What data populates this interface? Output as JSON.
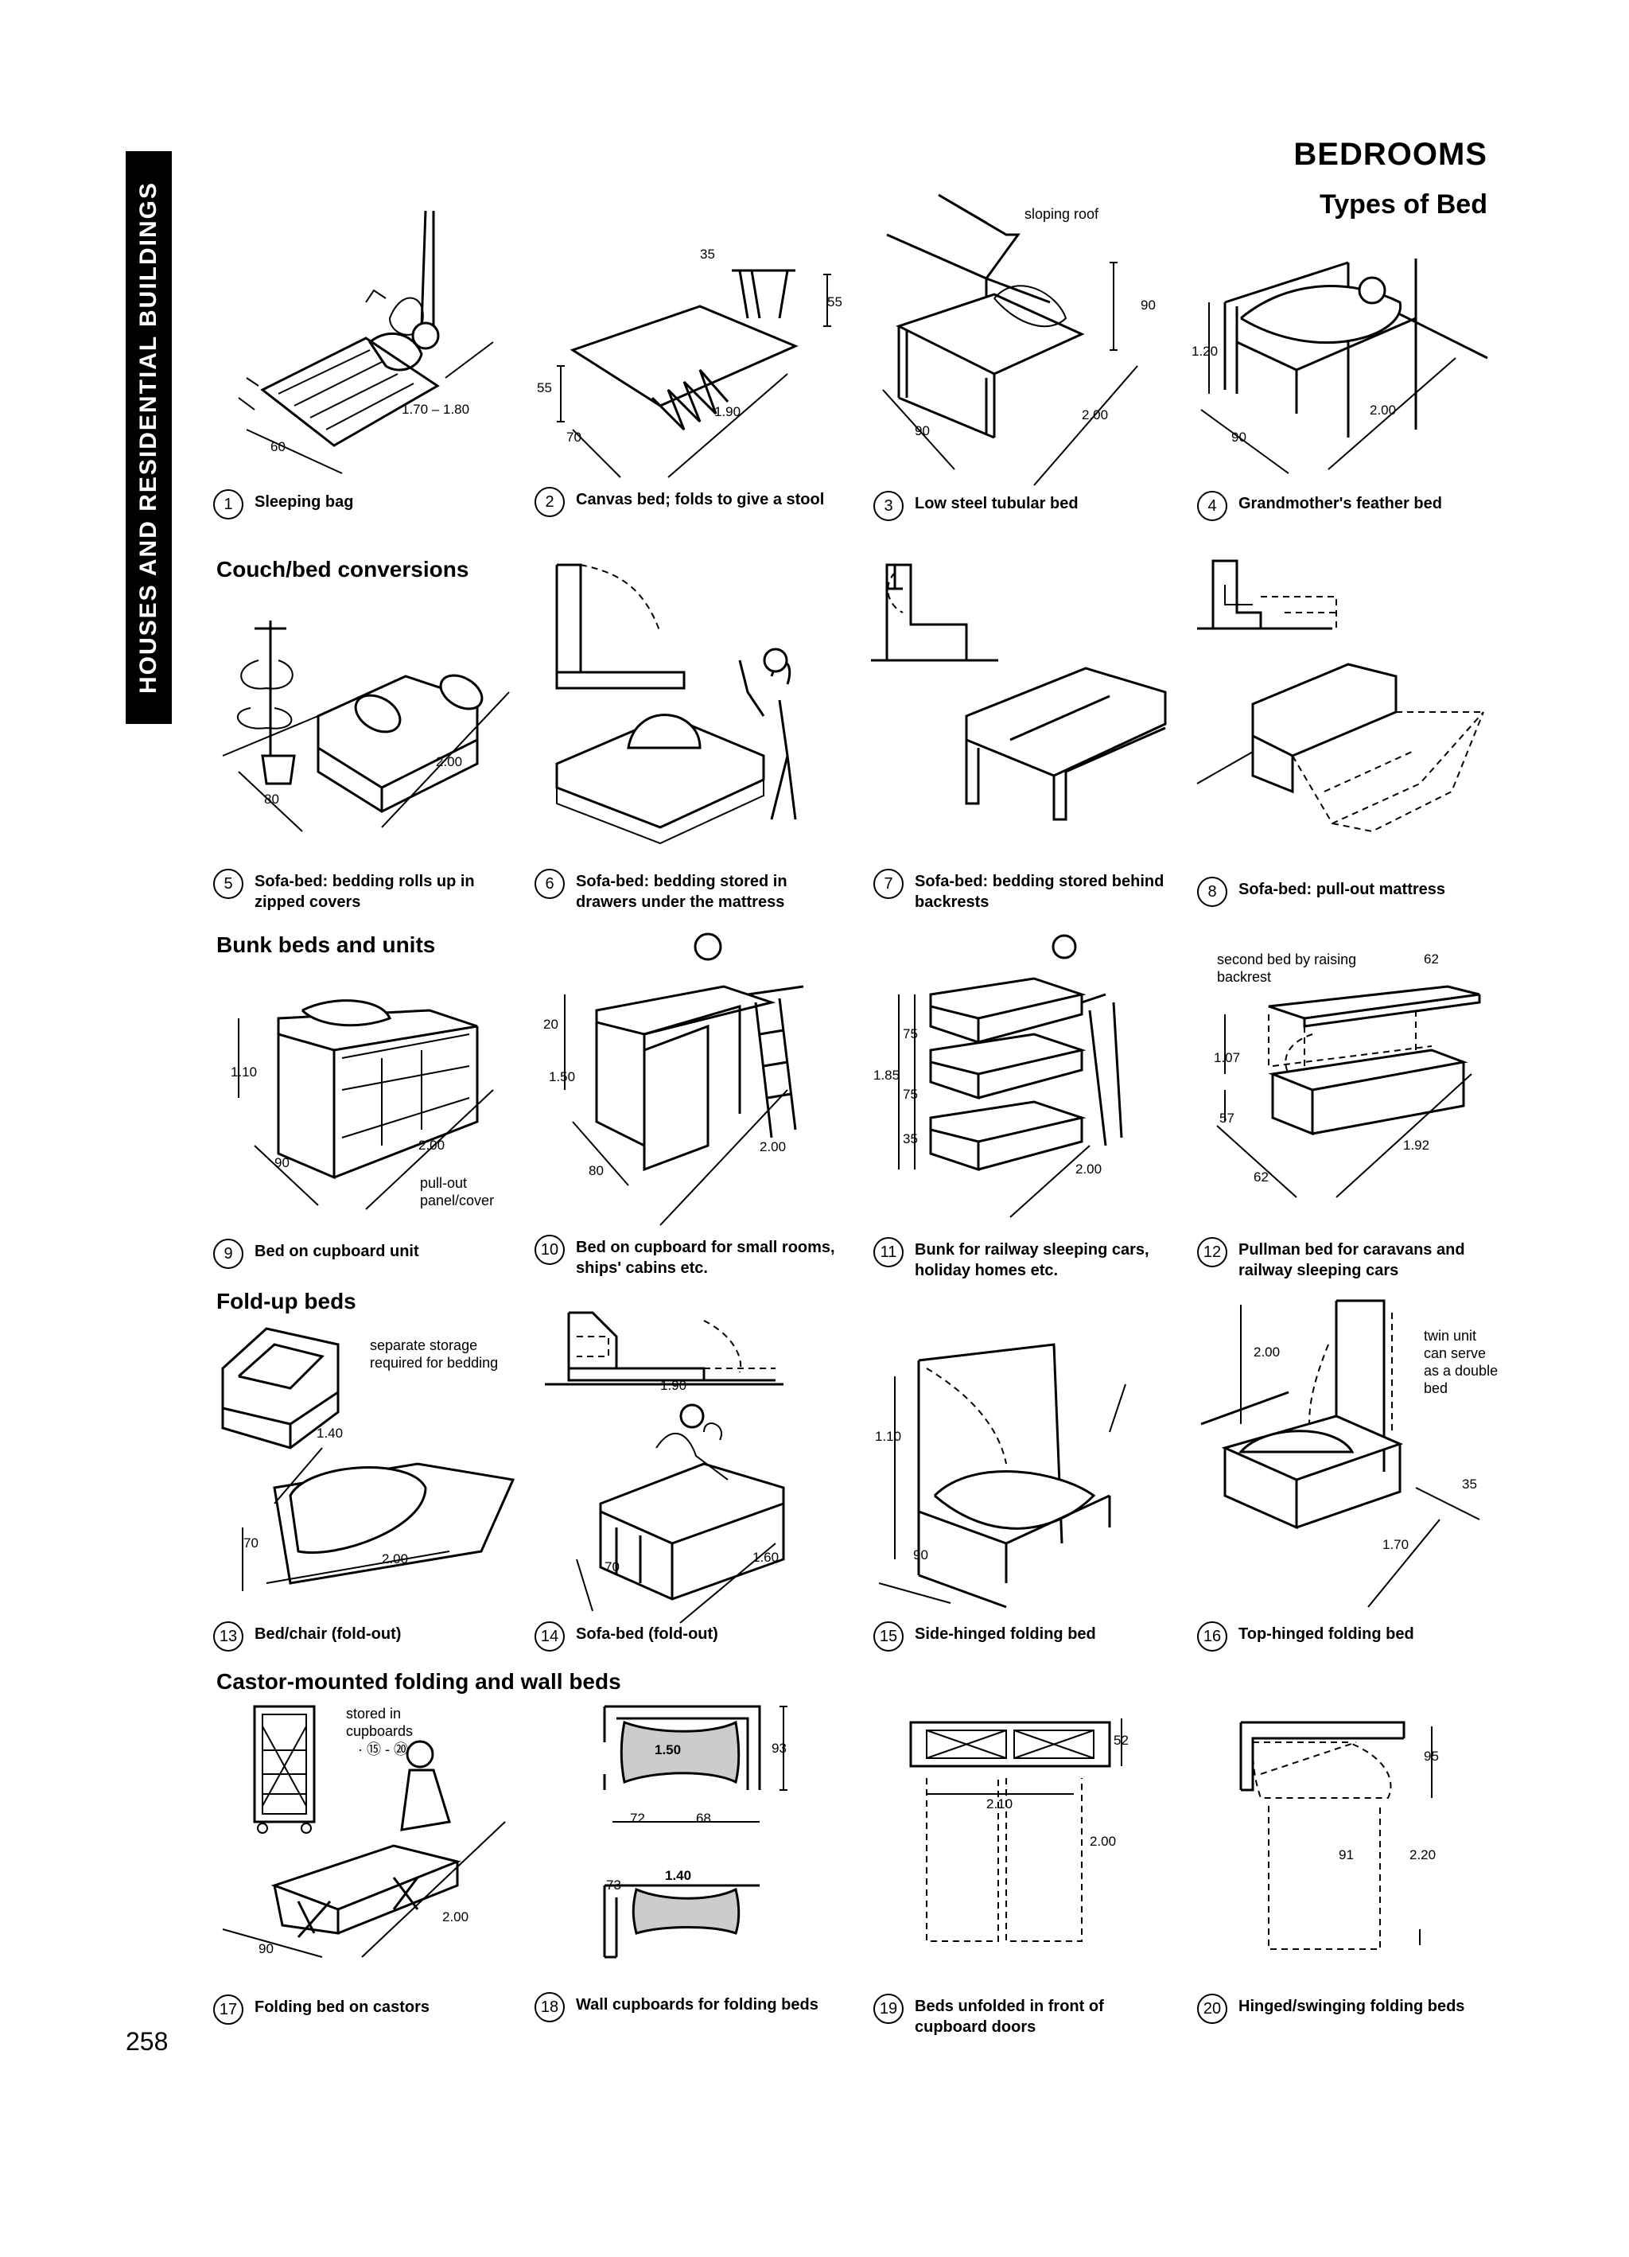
{
  "sidebar": {
    "text": "HOUSES AND RESIDENTIAL BUILDINGS"
  },
  "header": {
    "title": "BEDROOMS",
    "subtitle": "Types of Bed"
  },
  "page_number": "258",
  "sections": {
    "couch": "Couch/bed conversions",
    "bunk": "Bunk beds and units",
    "foldup": "Fold-up beds",
    "castor": "Castor-mounted folding and wall beds"
  },
  "figures": [
    {
      "num": "1",
      "caption": "Sleeping bag"
    },
    {
      "num": "2",
      "caption": "Canvas bed; folds to give a stool"
    },
    {
      "num": "3",
      "caption": "Low steel tubular bed"
    },
    {
      "num": "4",
      "caption": "Grandmother's feather bed"
    },
    {
      "num": "5",
      "caption": "Sofa-bed: bedding rolls up in zipped covers"
    },
    {
      "num": "6",
      "caption": "Sofa-bed: bedding stored in drawers under the mattress"
    },
    {
      "num": "7",
      "caption": "Sofa-bed: bedding stored behind backrests"
    },
    {
      "num": "8",
      "caption": "Sofa-bed: pull-out mattress"
    },
    {
      "num": "9",
      "caption": "Bed on cupboard unit"
    },
    {
      "num": "10",
      "caption": "Bed on cupboard for small rooms, ships' cabins etc."
    },
    {
      "num": "11",
      "caption": "Bunk for railway sleeping cars, holiday homes etc."
    },
    {
      "num": "12",
      "caption": "Pullman bed for caravans and railway sleeping cars"
    },
    {
      "num": "13",
      "caption": "Bed/chair (fold-out)"
    },
    {
      "num": "14",
      "caption": "Sofa-bed (fold-out)"
    },
    {
      "num": "15",
      "caption": "Side-hinged folding bed"
    },
    {
      "num": "16",
      "caption": "Top-hinged folding bed"
    },
    {
      "num": "17",
      "caption": "Folding bed on castors"
    },
    {
      "num": "18",
      "caption": "Wall cupboards for folding beds"
    },
    {
      "num": "19",
      "caption": "Beds unfolded in front of cupboard doors"
    },
    {
      "num": "20",
      "caption": "Hinged/swinging folding beds"
    }
  ],
  "labels": {
    "sloping_roof": "sloping roof",
    "second_bed": "second bed by raising backrest",
    "pull_out": "pull-out panel/cover",
    "separate_storage": "separate storage required for bedding",
    "twin_unit": "twin unit can serve as a double bed",
    "stored_in": "stored in cupboards",
    "stored_refs": "· ⑮ - ⑳"
  },
  "dims": {
    "f1_len": "1.70 – 1.80",
    "f1_w": "60",
    "f2_35": "35",
    "f2_55a": "55",
    "f2_55b": "55",
    "f2_70": "70",
    "f2_190": "1.90",
    "f3_90a": "90",
    "f3_90b": "90",
    "f3_200": "2.00",
    "f4_120": "1.20",
    "f4_90": "90",
    "f4_200": "2.00",
    "f5_80": "80",
    "f5_200": "2.00",
    "f9_110": "1.10",
    "f9_90": "90",
    "f9_200": "2.00",
    "f10_20": "20",
    "f10_150": "1.50",
    "f10_80": "80",
    "f10_200": "2.00",
    "f11_75a": "75",
    "f11_185": "1.85",
    "f11_75b": "75",
    "f11_35": "35",
    "f11_200": "2.00",
    "f12_62a": "62",
    "f12_107": "1.07",
    "f12_57": "57",
    "f12_62b": "62",
    "f12_192": "1.92",
    "f13_140": "1.40",
    "f13_70": "70",
    "f13_200": "2.00",
    "f14_190": "1.90",
    "f14_70": "70",
    "f14_160": "1.60",
    "f15_110": "1.10",
    "f15_90": "90",
    "f16_200": "2.00",
    "f16_35": "35",
    "f16_170": "1.70",
    "f17_90": "90",
    "f17_200": "2.00",
    "f18_150": "1.50",
    "f18_93": "93",
    "f18_72": "72",
    "f18_68": "68",
    "f18_73": "73",
    "f18_140": "1.40",
    "f19_52": "52",
    "f19_210": "2.10",
    "f19_200": "2.00",
    "f20_95": "95",
    "f20_91": "91",
    "f20_220": "2.20"
  }
}
